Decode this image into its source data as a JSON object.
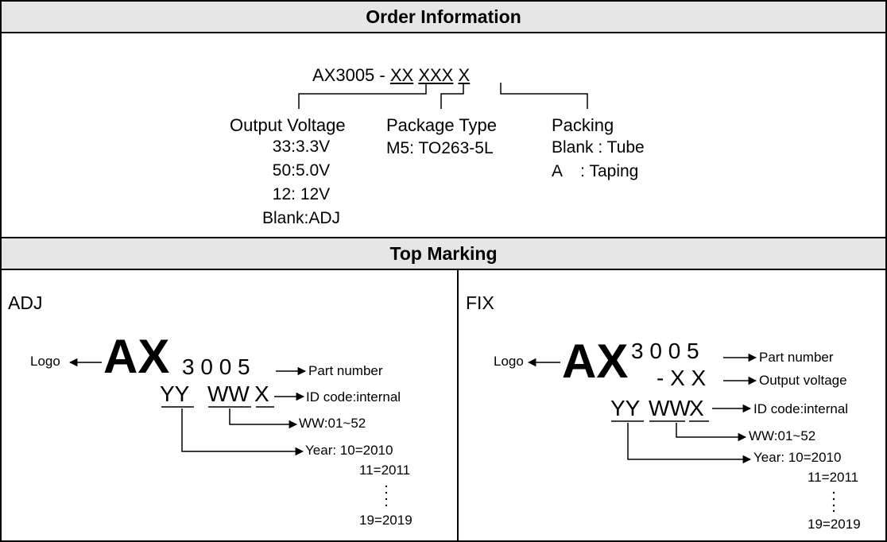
{
  "order_info": {
    "header": "Order Information",
    "part_prefix": "AX3005 - ",
    "code_xx": "XX",
    "code_xxx": "XXX",
    "code_x": "X",
    "output_voltage": {
      "title": "Output Voltage",
      "options": [
        "33:3.3V",
        "50:5.0V",
        "12: 12V",
        "Blank:ADJ"
      ]
    },
    "package_type": {
      "title": "Package Type",
      "options": [
        "M5: TO263-5L"
      ]
    },
    "packing": {
      "title": "Packing",
      "options": [
        "Blank : Tube",
        "A    : Taping"
      ]
    }
  },
  "top_marking": {
    "header": "Top Marking",
    "adj": {
      "title": "ADJ",
      "logo_label": "Logo",
      "logo_text": "AX",
      "part_digits": "3 0 0 5",
      "code_yy": "YY",
      "code_ww": "WW",
      "code_x": "X",
      "part_number_label": "Part number",
      "id_code_label": "ID code:internal",
      "ww_label": "WW:01~52",
      "year_label": "Year: 10=2010",
      "year_2011": "11=2011",
      "year_2019": "19=2019"
    },
    "fix": {
      "title": "FIX",
      "logo_label": "Logo",
      "logo_text": "AX",
      "part_digits": "3 0 0 5",
      "voltage_code": "- X X",
      "code_yy": "YY",
      "code_ww": "WW",
      "code_x": "X",
      "part_number_label": "Part number",
      "output_voltage_label": "Output voltage",
      "id_code_label": "ID code:internal",
      "ww_label": "WW:01~52",
      "year_label": "Year: 10=2010",
      "year_2011": "11=2011",
      "year_2019": "19=2019"
    }
  }
}
